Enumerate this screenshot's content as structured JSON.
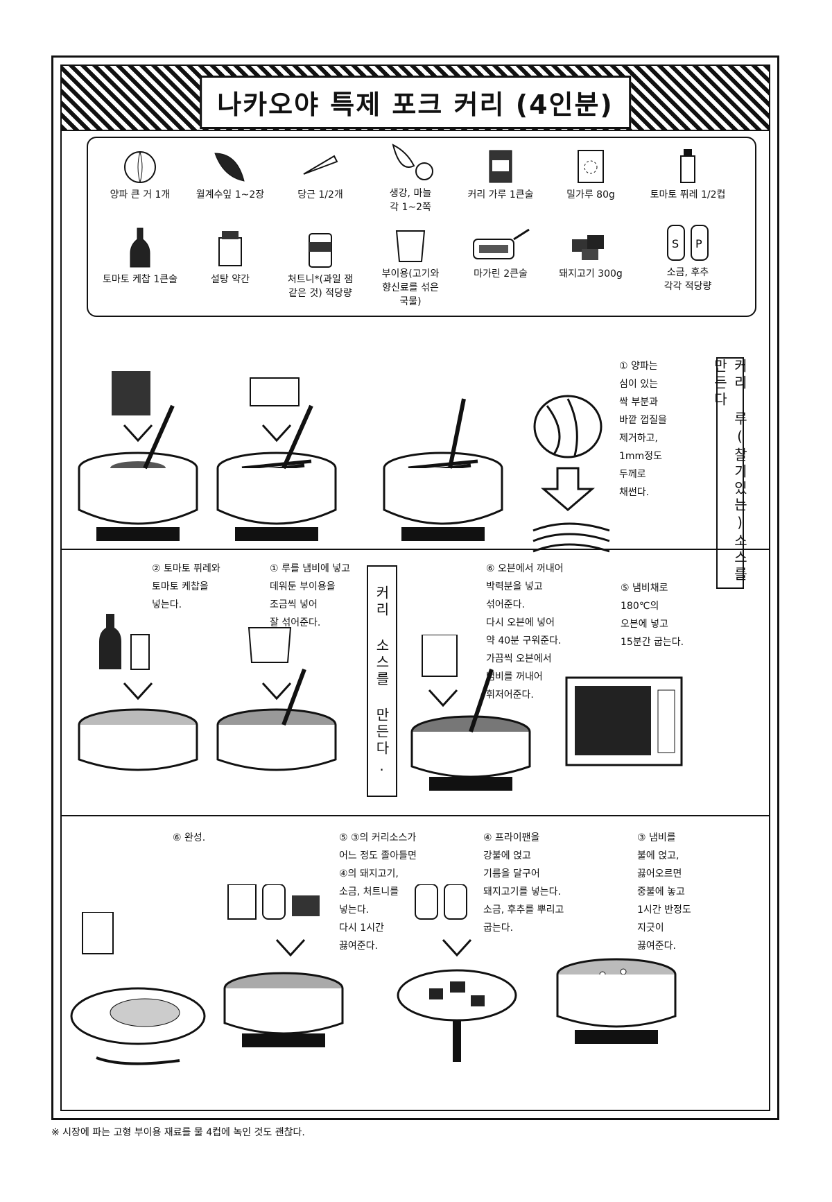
{
  "title": "나카오야 특제 포크 커리 (4인분)",
  "ingredients": [
    {
      "icon": "onion-icon",
      "label": "양파 큰 거 1개"
    },
    {
      "icon": "bay-leaf-icon",
      "label": "월계수잎 1~2장"
    },
    {
      "icon": "carrot-icon",
      "label": "당근 1/2개"
    },
    {
      "icon": "ginger-garlic-icon",
      "label": "생강, 마늘\n각 1~2쪽"
    },
    {
      "icon": "curry-powder-can-icon",
      "label": "커리 가루 1큰술"
    },
    {
      "icon": "flour-bag-icon",
      "label": "밀가루 80g"
    },
    {
      "icon": "tomato-puree-bottle-icon",
      "label": "토마토 퓌레 1/2컵"
    },
    {
      "icon": "ketchup-bottle-icon",
      "label": "토마토 케찹 1큰술"
    },
    {
      "icon": "sugar-icon",
      "label": "설탕 약간"
    },
    {
      "icon": "chutney-jar-icon",
      "label": "처트니*(과일 잼\n같은 것) 적당량"
    },
    {
      "icon": "broth-cup-icon",
      "label": "부이용(고기와\n향신료를 섞은\n국물)"
    },
    {
      "icon": "margarine-icon",
      "label": "마가린 2큰술"
    },
    {
      "icon": "pork-icon",
      "label": "돼지고기 300g"
    },
    {
      "icon": "salt-pepper-icon",
      "label": "소금, 후추\n각각 적당량"
    }
  ],
  "section1": {
    "header": "커리 루(찰기있는)소스를 만든다",
    "step1": "① 양파는\n심이 있는\n싹 부분과\n바깥 껍질을\n제거하고,\n1mm정도\n두께로\n채썬다."
  },
  "section2": {
    "header": "커리 소스를 만든다.",
    "step2": "② 토마토 퓌레와\n토마토 케찹을\n넣는다.",
    "step1": "① 루를 냄비에 넣고\n데워둔 부이용을\n조금씩 넣어\n잘 섞어준다.",
    "step6": "⑥ 오븐에서 꺼내어\n박력분을 넣고\n섞어준다.\n다시 오븐에 넣어\n약 40분 구워준다.\n가끔씩 오븐에서\n냄비를 꺼내어\n휘저어준다.",
    "step5": "⑤ 냄비채로\n180℃의\n오븐에 넣고\n15분간 굽는다."
  },
  "section3": {
    "step6": "⑥ 완성.",
    "step5": "⑤ ③의 커리소스가\n어느 정도 졸아들면\n④의 돼지고기,\n소금, 처트니를\n넣는다.\n다시 1시간\n끓여준다.",
    "step4": "④ 프라이팬을\n강불에 얹고\n기름을 달구어\n돼지고기를 넣는다.\n소금, 후추를 뿌리고\n굽는다.",
    "step3": "③ 냄비를\n불에 얹고,\n끓어오르면\n중불에 놓고\n1시간 반정도\n지긋이\n끓여준다."
  },
  "footnote": "※ 시장에 파는 고형 부이용 재료를 물 4컵에 녹인 것도 괜찮다."
}
